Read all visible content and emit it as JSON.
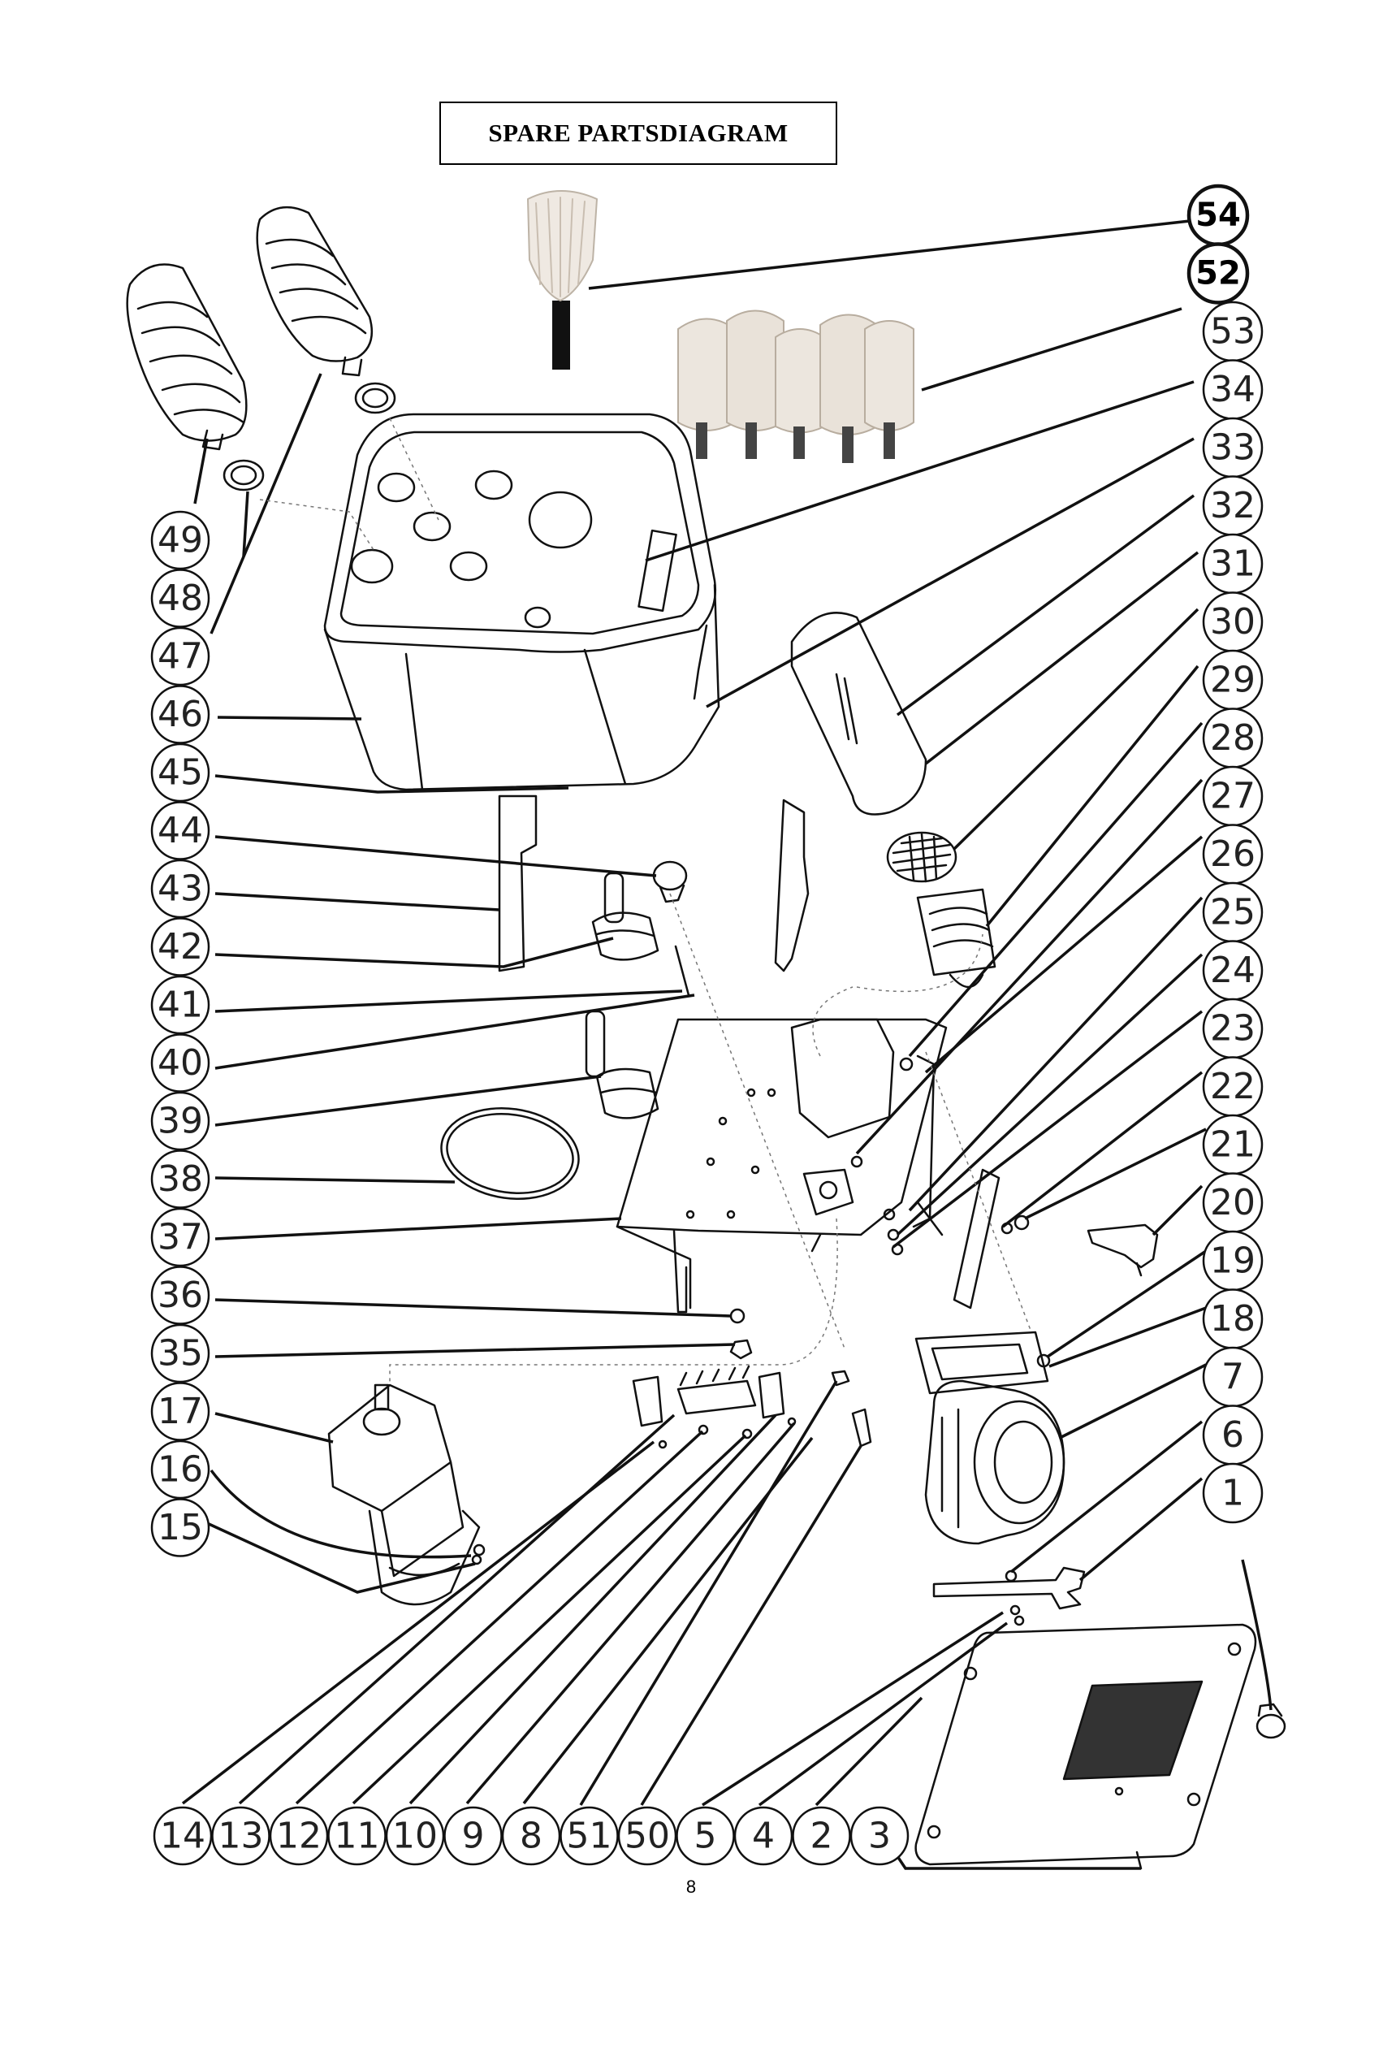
{
  "title": "SPARE PARTSDIAGRAM",
  "page_number": "8",
  "callouts": {
    "right": [
      "54",
      "52",
      "53",
      "34",
      "33",
      "32",
      "31",
      "30",
      "29",
      "28",
      "27",
      "26",
      "25",
      "24",
      "23",
      "22",
      "21",
      "20",
      "19",
      "18",
      "7",
      "6",
      "1"
    ],
    "left": [
      "49",
      "48",
      "47",
      "46",
      "45",
      "44",
      "43",
      "42",
      "41",
      "40",
      "39",
      "38",
      "37",
      "36",
      "35",
      "17",
      "16",
      "15"
    ],
    "bottom": [
      "14",
      "13",
      "12",
      "11",
      "10",
      "9",
      "8",
      "51",
      "50",
      "5",
      "4",
      "2",
      "3"
    ]
  }
}
